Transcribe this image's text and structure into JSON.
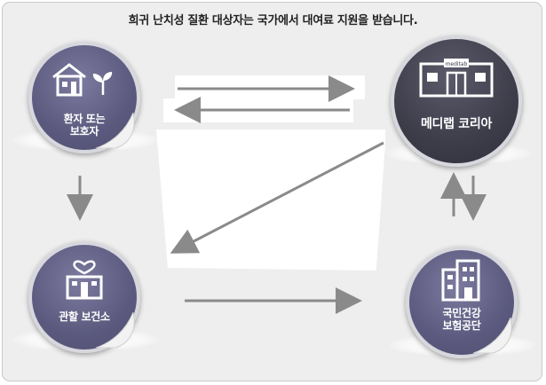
{
  "title": "희귀 난치성 질환 대상자는 국가에서 대여료 지원을 받습니다.",
  "nodes": {
    "patient": {
      "label_line1": "환자 또는",
      "label_line2": "보호자",
      "icon": "house-plant-icon"
    },
    "meditab": {
      "label": "메디랩 코리아",
      "sign": "meditab",
      "icon": "clinic-building-icon"
    },
    "health_center": {
      "label": "관할 보건소",
      "icon": "hospital-heart-icon"
    },
    "nhis": {
      "label_line1": "국민건강",
      "label_line2": "보험공단",
      "icon": "office-building-icon"
    }
  },
  "colors": {
    "node_fill": "#5b5a7e",
    "meditab_fill": "#3d3d4a",
    "arrow": "#8a8a8a",
    "background": "#eeeeee"
  }
}
